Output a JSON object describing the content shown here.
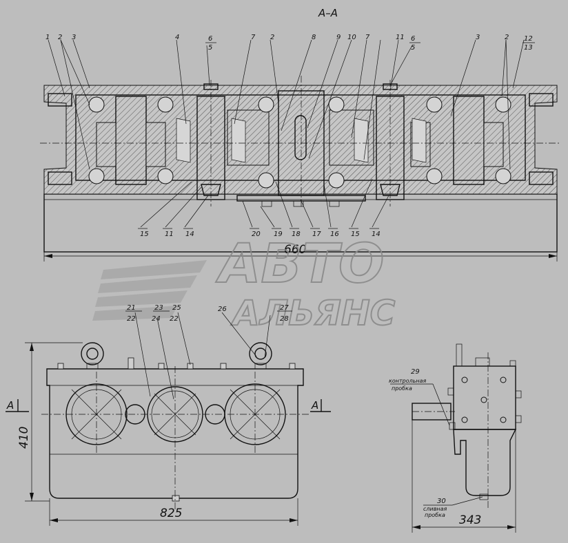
{
  "section_title": "А–А",
  "section_markers": {
    "left": "А",
    "right": "А"
  },
  "dimensions": {
    "total_length": "660",
    "width": "825",
    "height": "410",
    "side_width": "343"
  },
  "watermark": {
    "line1": "АВТО",
    "line2": "АЛЬЯНС"
  },
  "notes": {
    "control_plug": [
      "контрольная",
      "пробка"
    ],
    "drain_plug": [
      "сливная",
      "пробка"
    ]
  },
  "top_callouts": [
    "1",
    "2",
    "3",
    "4",
    "6",
    "5",
    "7",
    "2",
    "8",
    "9",
    "10",
    "7",
    "11",
    "6",
    "5",
    "3",
    "2",
    "12",
    "13"
  ],
  "bottom_callouts": [
    "15",
    "11",
    "14",
    "20",
    "19",
    "18",
    "17",
    "16",
    "15",
    "14"
  ],
  "front_callouts": [
    "21",
    "22",
    "23",
    "24",
    "25",
    "22",
    "26",
    "27",
    "28"
  ],
  "side_callouts": [
    "29",
    "30"
  ]
}
